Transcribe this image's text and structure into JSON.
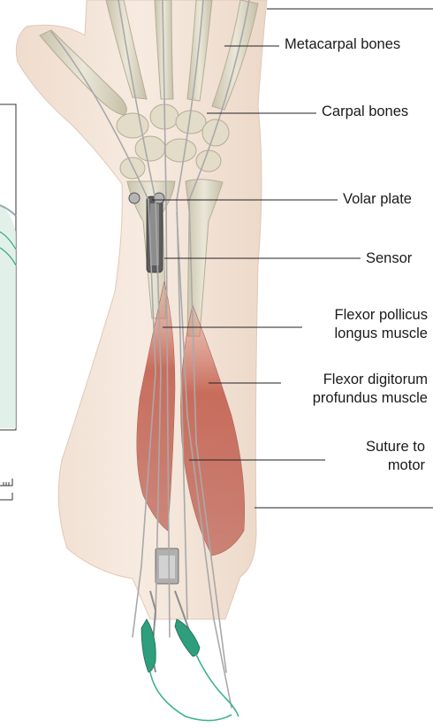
{
  "labels": {
    "metacarpal": "Metacarpal bones",
    "carpal": "Carpal bones",
    "volar": "Volar plate",
    "sensor": "Sensor",
    "fpl_line1": "Flexor pollicus",
    "fpl_line2": "longus muscle",
    "fdp_line1": "Flexor digitorum",
    "fdp_line2": "profundus muscle",
    "suture_line1": "Suture to",
    "suture_line2": "motor"
  },
  "colors": {
    "skin": "#f2e2d6",
    "bone": "#ddd8c4",
    "muscle": "#c8695a",
    "wire": "#a9a9a9",
    "clip": "#2e9e7c",
    "leader": "#222222",
    "inset_fill": "#dfeee8"
  }
}
